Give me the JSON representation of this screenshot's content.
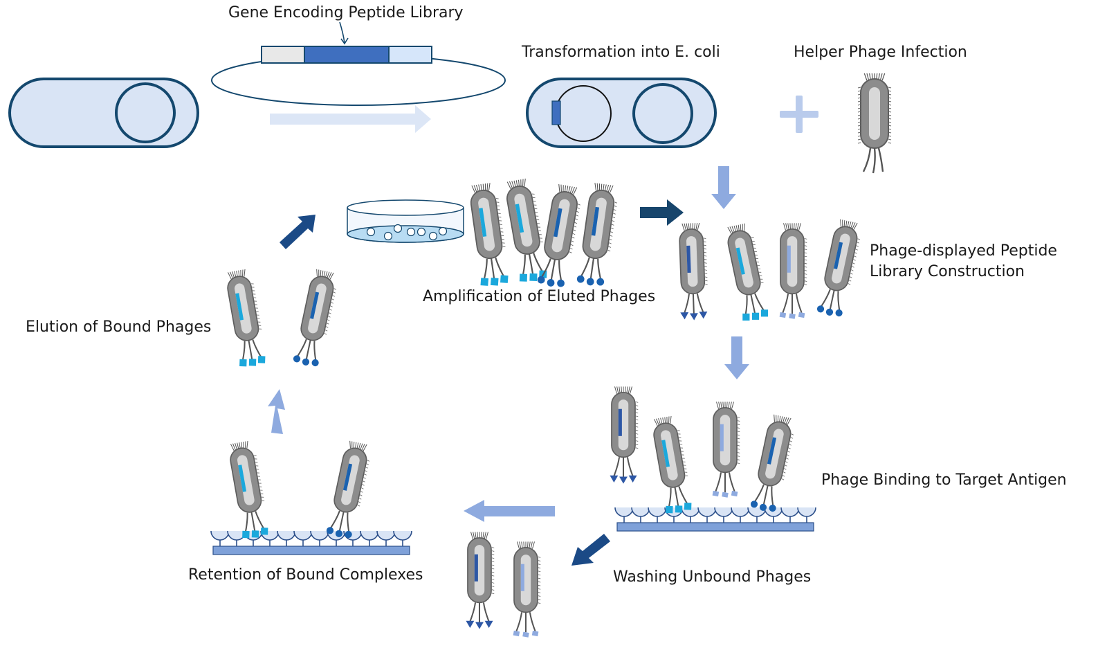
{
  "labels": {
    "gene_library": "Gene Encoding Peptide Library",
    "transformation": "Transformation into E. coli",
    "helper_infection": "Helper Phage Infection",
    "library_construction_line1": "Phage-displayed Peptide",
    "library_construction_line2": "Library Construction",
    "amplification": "Amplification of Eluted Phages",
    "elution": "Elution of Bound Phages",
    "binding": "Phage Binding to Target Antigen",
    "retention": "Retention of Bound Complexes",
    "washing": "Washing Unbound Phages"
  },
  "colors": {
    "cell_fill": "#d9e4f5",
    "cell_outline": "#14486e",
    "arrow_light": "#8eaadf",
    "arrow_pale": "#dce6f6",
    "arrow_dark": "#1b4a86",
    "arrow_navy": "#17456c",
    "phage_body": "#8c8c8c",
    "phage_core": "#d8d8d8",
    "surface": "#7fa1d9",
    "peptide_cyan": "#1ba8dc",
    "peptide_blue": "#1a62b0",
    "peptide_dark": "#2d57a5",
    "peptide_pale": "#8eaadf"
  }
}
